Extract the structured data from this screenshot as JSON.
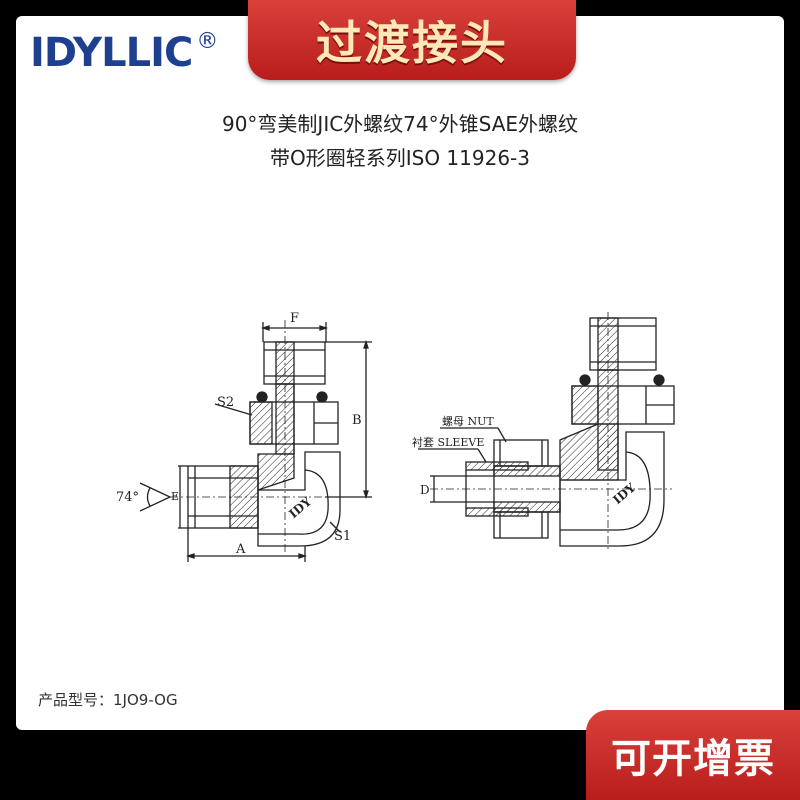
{
  "brand": {
    "name": "IDYLLIC",
    "registered_mark": "®"
  },
  "banner_top": {
    "title": "过渡接头"
  },
  "subtitle": {
    "line1": "90°弯美制JIC外螺纹74°外锥SAE外螺纹",
    "line2": "带O形圈轻系列ISO 11926-3"
  },
  "drawing": {
    "label_F": "F",
    "label_B": "B",
    "label_A": "A",
    "label_E": "E",
    "label_S1": "S1",
    "label_S2": "S2",
    "label_angle": "74°",
    "label_D": "D",
    "label_nut": "螺母 NUT",
    "label_sleeve": "衬套 SLEEVE",
    "logo_text_left": "IDY",
    "logo_text_right": "IDY"
  },
  "footer": {
    "model": "产品型号：1JO9-OG"
  },
  "banner_bottom": {
    "text": "可开增票"
  },
  "colors": {
    "banner_red": "#c62a25",
    "banner_text_gold": "#ffe8b8",
    "brand_blue": "#1f3f8f",
    "background": "#000000"
  }
}
